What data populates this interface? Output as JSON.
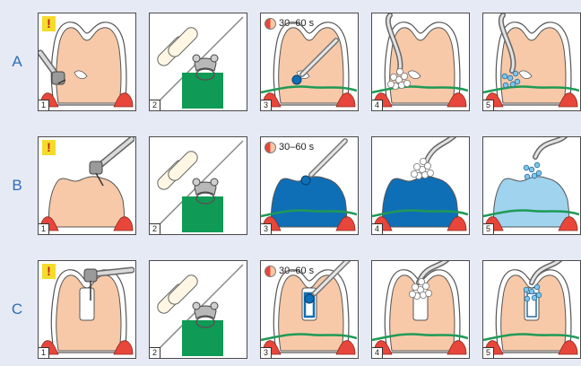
{
  "rows": [
    {
      "label": "A",
      "variant": "cavity",
      "step_labels": [
        "1",
        "2",
        "3",
        "4",
        "5"
      ],
      "warning": "!",
      "etch_time": "30–60 s"
    },
    {
      "label": "B",
      "variant": "crown",
      "step_labels": [
        "1",
        "2",
        "3",
        "4",
        "5"
      ],
      "warning": "!",
      "etch_time": "30–60 s"
    },
    {
      "label": "C",
      "variant": "post",
      "step_labels": [
        "1",
        "2",
        "3",
        "4",
        "5"
      ],
      "warning": "!",
      "etch_time": "30–60 s"
    }
  ],
  "colors": {
    "background": "#e6eaf5",
    "tooth": "#f7c9a8",
    "gum": "#e8463a",
    "gum_line": "#1f9a55",
    "green_block": "#0f9a55",
    "etchant_dark": "#0f6fb6",
    "etchant_light": "#9fd3ee",
    "label_blue": "#2f6db5",
    "warning_yellow": "#f4dc2a"
  },
  "icons": [
    "warning-icon",
    "timer-icon",
    "drill-icon",
    "cotton-roll-icon",
    "rubber-dam-clamp-icon",
    "syringe-icon",
    "rinse-nozzle-icon"
  ]
}
